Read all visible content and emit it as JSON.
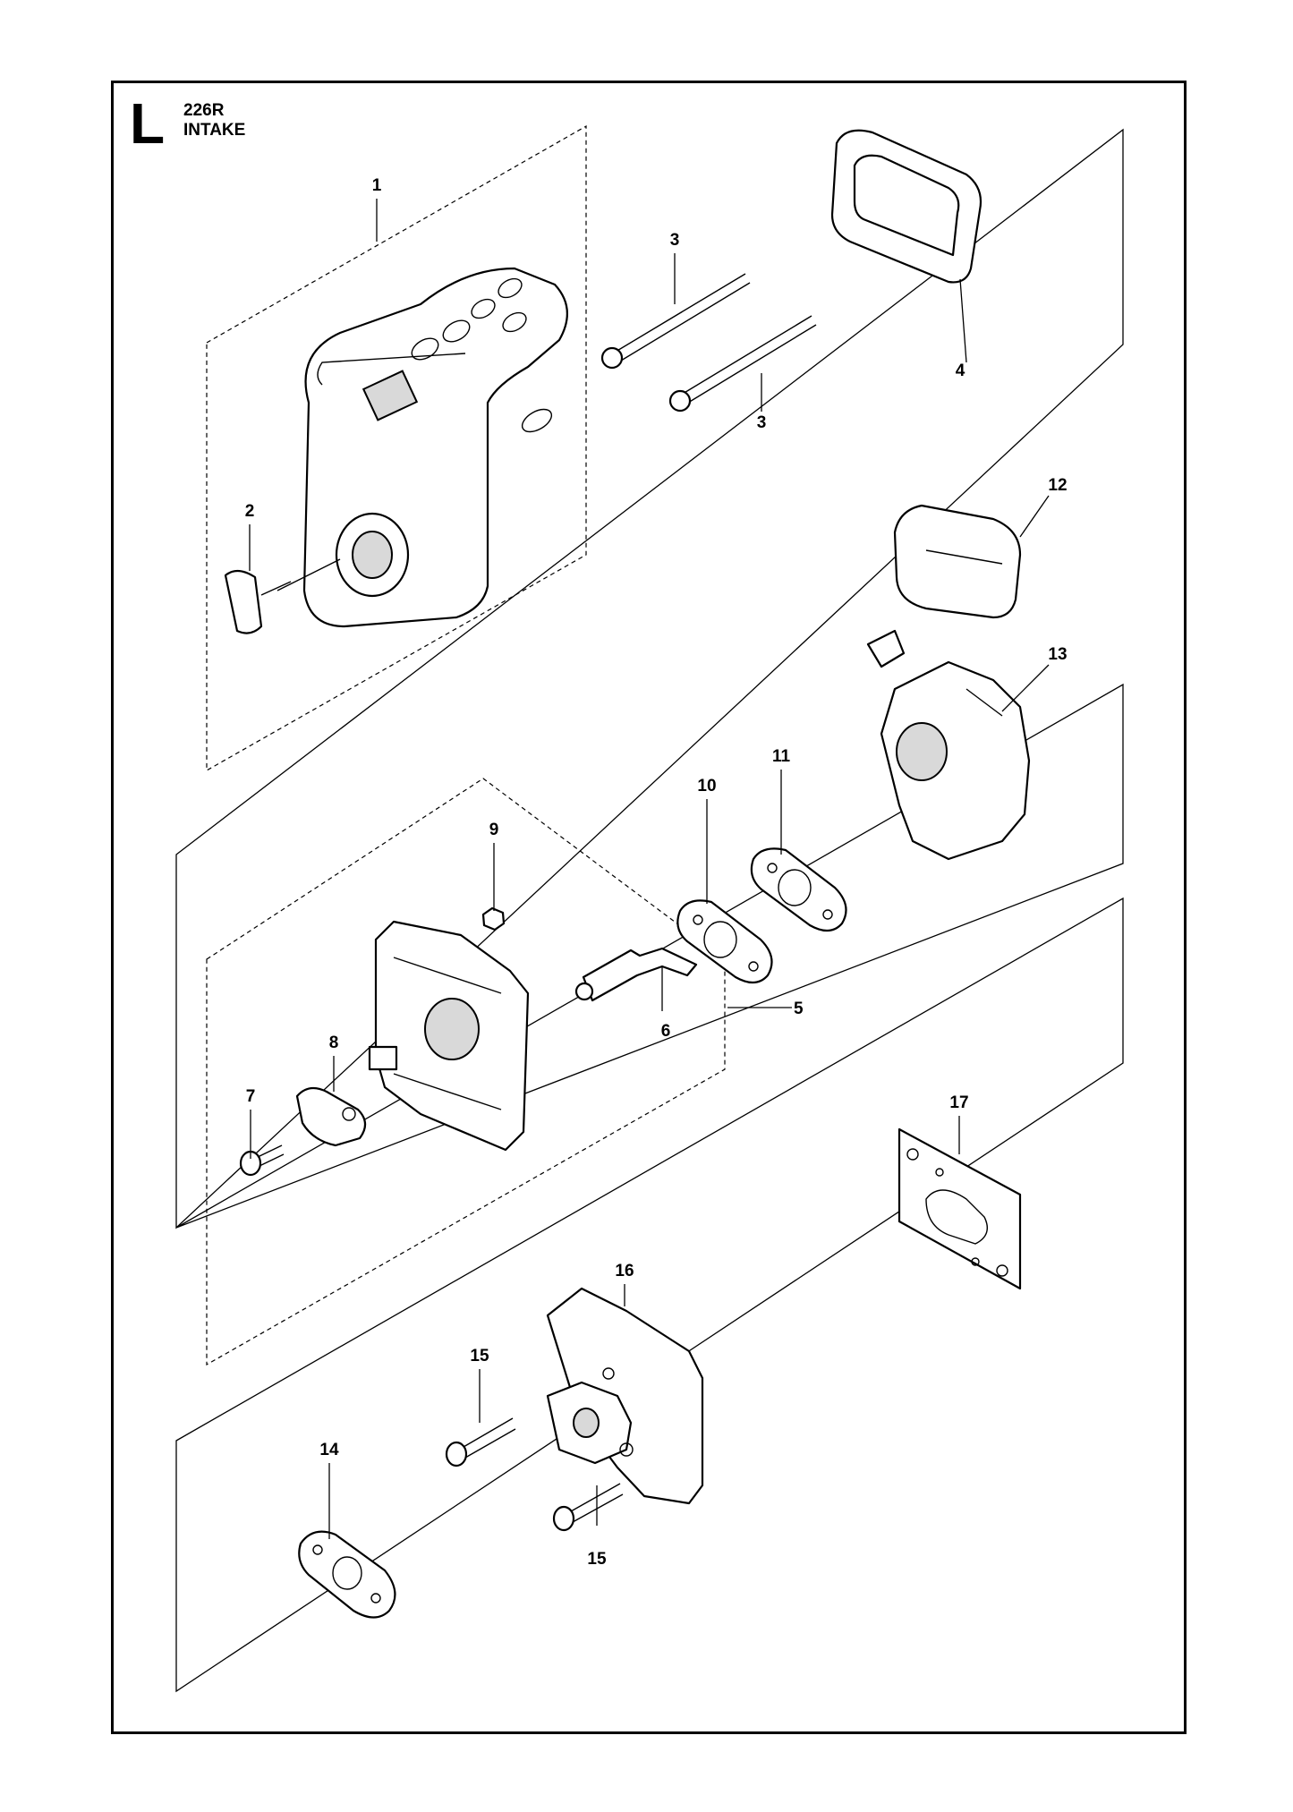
{
  "header": {
    "section_letter": "L",
    "model": "226R",
    "title": "INTAKE"
  },
  "callouts": {
    "p1": "1",
    "p2": "2",
    "p3a": "3",
    "p3b": "3",
    "p4": "4",
    "p5": "5",
    "p6": "6",
    "p7": "7",
    "p8": "8",
    "p9": "9",
    "p10": "10",
    "p11": "11",
    "p12": "12",
    "p13": "13",
    "p14": "14",
    "p15a": "15",
    "p15b": "15",
    "p16": "16",
    "p17": "17"
  }
}
